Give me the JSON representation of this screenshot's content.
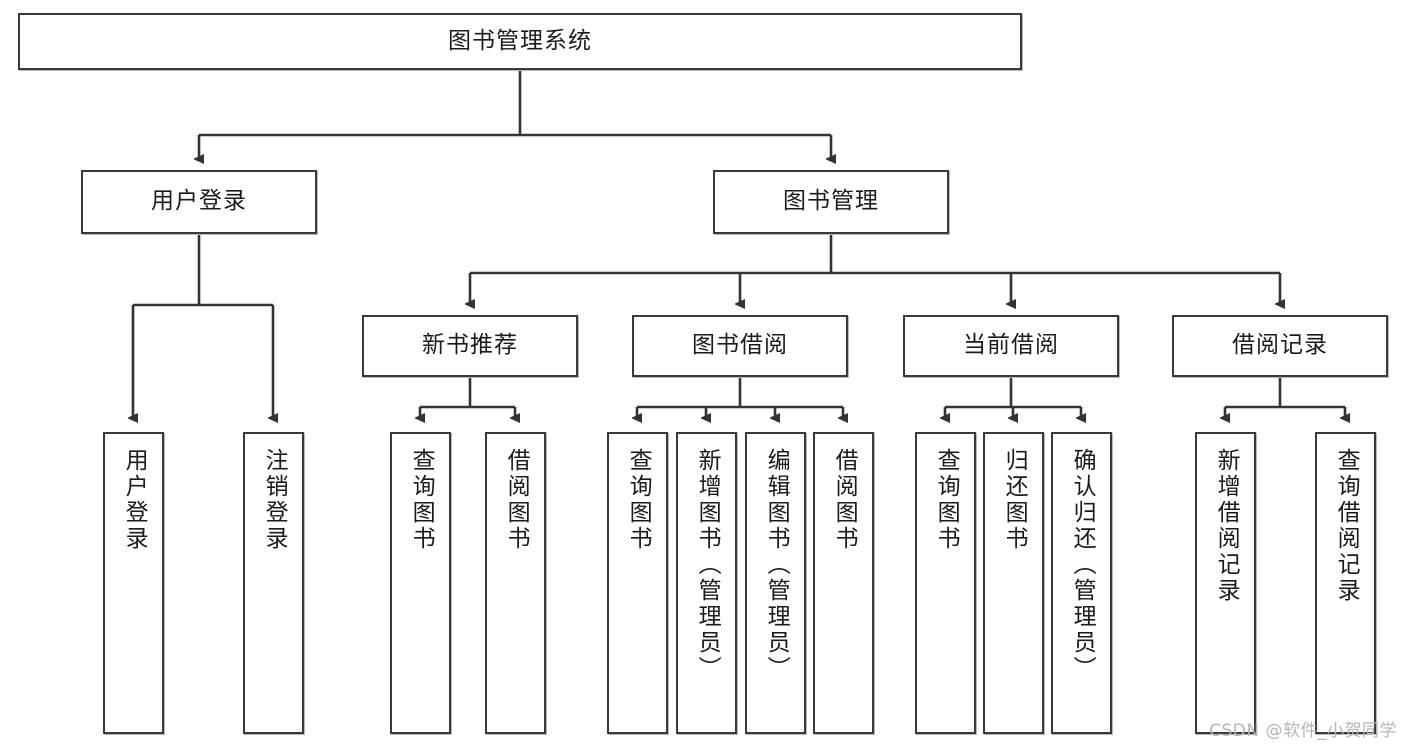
{
  "diagram": {
    "title": "图书管理系统",
    "type": "function-hierarchy-tree",
    "root": {
      "label": "图书管理系统"
    },
    "level2": [
      {
        "label": "用户登录"
      },
      {
        "label": "图书管理"
      }
    ],
    "level3": [
      {
        "label": "新书推荐"
      },
      {
        "label": "图书借阅"
      },
      {
        "label": "当前借阅"
      },
      {
        "label": "借阅记录"
      }
    ],
    "leaves": {
      "user_login": [
        {
          "label": "用户登录"
        },
        {
          "label": "注销登录"
        }
      ],
      "new_book_recommend": [
        {
          "label": "查询图书"
        },
        {
          "label": "借阅图书"
        }
      ],
      "book_borrow": [
        {
          "label": "查询图书"
        },
        {
          "label": "新增图书（管理员）"
        },
        {
          "label": "编辑图书（管理员）"
        },
        {
          "label": "借阅图书"
        }
      ],
      "current_borrow": [
        {
          "label": "查询图书"
        },
        {
          "label": "归还图书"
        },
        {
          "label": "确认归还（管理员）"
        }
      ],
      "borrow_record": [
        {
          "label": "新增借阅记录"
        },
        {
          "label": "查询借阅记录"
        }
      ]
    }
  },
  "watermark": {
    "text": "CSDN @软件_小贺同学"
  },
  "colors": {
    "border": "#3a3a3a",
    "text": "#1b1b1b",
    "background": "#ffffff",
    "connector": "#333333",
    "watermark": "#b6b6b6"
  }
}
